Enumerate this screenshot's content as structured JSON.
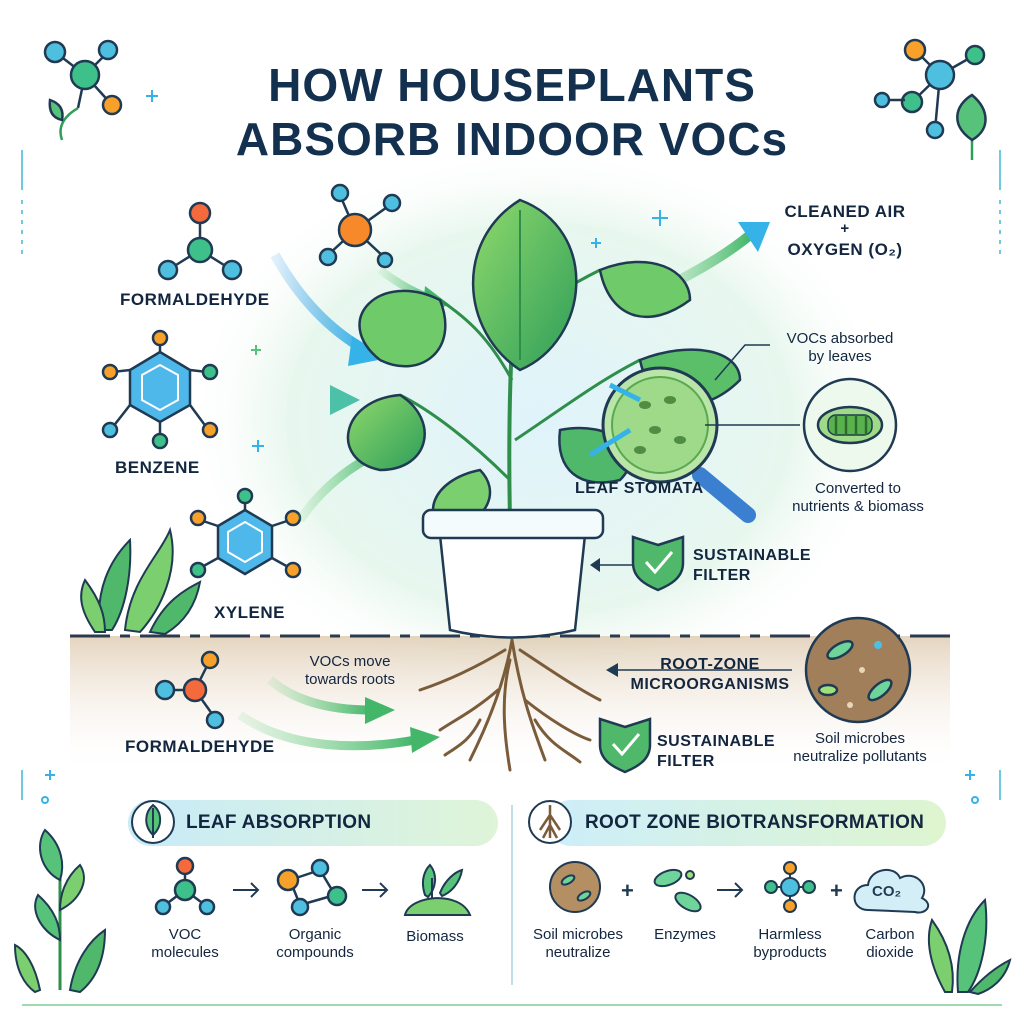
{
  "title": {
    "line1": "HOW HOUSEPLANTS",
    "line2": "ABSORB INDOOR VOCs"
  },
  "pollutants": {
    "formaldehyde_top": "FORMALDEHYDE",
    "benzene": "BENZENE",
    "xylene": "XYLENE",
    "formaldehyde_bottom": "FORMALDEHYDE"
  },
  "output": {
    "line1": "CLEANED AIR",
    "plus": "+",
    "line2": "OXYGEN (O₂)"
  },
  "leaf": {
    "absorbed_line1": "VOCs absorbed",
    "absorbed_line2": "by leaves",
    "stomata": "LEAF STOMATA",
    "converted_line1": "Converted to",
    "converted_line2": "nutrients & biomass"
  },
  "filter": {
    "upper_line1": "SUSTAINABLE",
    "upper_line2": "FILTER",
    "lower_line1": "SUSTAINABLE",
    "lower_line2": "FILTER"
  },
  "roots": {
    "move_line1": "VOCs move",
    "move_line2": "towards roots",
    "microbes_line1": "ROOT-ZONE",
    "microbes_line2": "MICROORGANISMS",
    "neutralize_line1": "Soil microbes",
    "neutralize_line2": "neutralize pollutants"
  },
  "leaf_absorption": {
    "heading": "LEAF ABSORPTION",
    "steps": [
      {
        "line1": "VOC",
        "line2": "molecules"
      },
      {
        "line1": "Organic",
        "line2": "compounds"
      },
      {
        "line1": "Biomass",
        "line2": ""
      }
    ],
    "arrow": "→"
  },
  "root_zone": {
    "heading": "ROOT ZONE BIOTRANSFORMATION",
    "steps": [
      {
        "line1": "Soil microbes",
        "line2": "neutralize"
      },
      {
        "line1": "Enzymes",
        "line2": ""
      },
      {
        "line1": "Harmless",
        "line2": "byproducts"
      },
      {
        "line1": "Carbon",
        "line2": "dioxide"
      }
    ],
    "plus": "+",
    "arrow": "→",
    "co2_cloud": "CO₂"
  },
  "colors": {
    "title": "#13304f",
    "leaf_green": "#3cb45a",
    "arrow_blue": "#3a9de8",
    "pill_left": "#d9f0fb",
    "pill_right": "#e5f5dc",
    "soil": "#c9ab85"
  }
}
